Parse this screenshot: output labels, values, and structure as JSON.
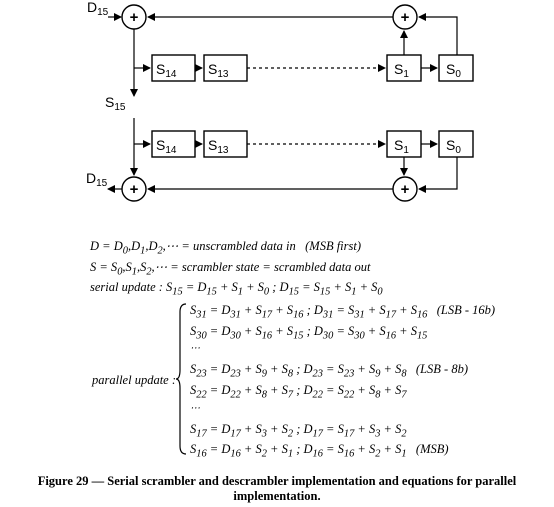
{
  "diagram": {
    "scrambler": {
      "input_label": "D15",
      "registers": [
        "S14",
        "S13",
        "S1",
        "S0"
      ],
      "output_label": "S15"
    },
    "descrambler": {
      "registers": [
        "S14",
        "S13",
        "S1",
        "S0"
      ],
      "output_label": "D15"
    },
    "adder_symbol": "+"
  },
  "equations": {
    "line1": "D = D0,D1,D2,⋯ = unscrambled data in   (MSB first)",
    "line2": "S = S0,S1,S2,⋯ = scrambler state = scrambled data out",
    "serial_update": "serial update : S15 = D15 + S1 + S0 ; D15 = S15 + S1 + S0",
    "parallel_label": "parallel update :",
    "parallel": [
      "S31 = D31 + S17 + S16 ; D31 = S31 + S17 + S16   (LSB - 16b)",
      "S30 = D30 + S16 + S15 ; D30 = S30 + S16 + S15",
      "⋯",
      "S23 = D23 + S9 + S8 ; D23 = S23 + S9 + S8   (LSB - 8b)",
      "S22 = D22 + S8 + S7 ; D22 = S22 + S8 + S7",
      "⋯",
      "S17 = D17 + S3 + S2 ; D17 = S17 + S3 + S2",
      "S16 = D16 + S2 + S1 ; D16 = S16 + S2 + S1   (MSB)"
    ]
  },
  "caption": "Figure 29 — Serial scrambler and descrambler implementation and equations for parallel implementation."
}
